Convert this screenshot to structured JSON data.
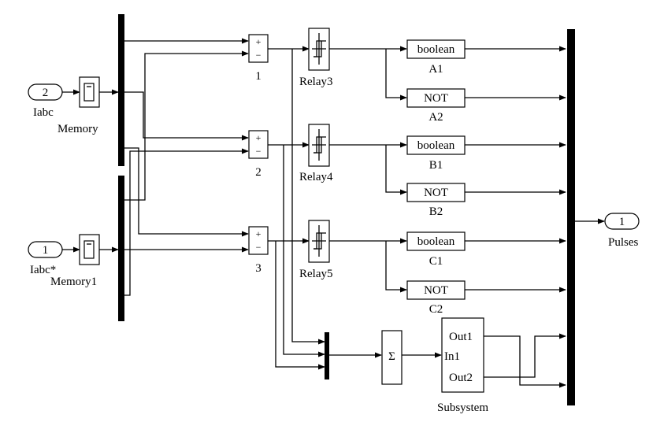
{
  "ports": {
    "iabc_num": "2",
    "iabc_label": "Iabc",
    "iabc_ref_num": "1",
    "iabc_ref_label": "Iabc*",
    "pulses_num": "1",
    "pulses_label": "Pulses"
  },
  "memory": {
    "mem_label": "Memory",
    "mem1_label": "Memory1"
  },
  "sums": {
    "sum1_label": "1",
    "sum2_label": "2",
    "sum3_label": "3",
    "plus": "+",
    "minus": "−"
  },
  "relays": {
    "relay3_label": "Relay3",
    "relay4_label": "Relay4",
    "relay5_label": "Relay5"
  },
  "converters": {
    "boolean_text": "boolean",
    "not_text": "NOT",
    "a1": "A1",
    "a2": "A2",
    "b1": "B1",
    "b2": "B2",
    "c1": "C1",
    "c2": "C2"
  },
  "subsystem": {
    "sigma": "Σ",
    "in1": "In1",
    "out1": "Out1",
    "out2": "Out2",
    "label": "Subsystem"
  }
}
